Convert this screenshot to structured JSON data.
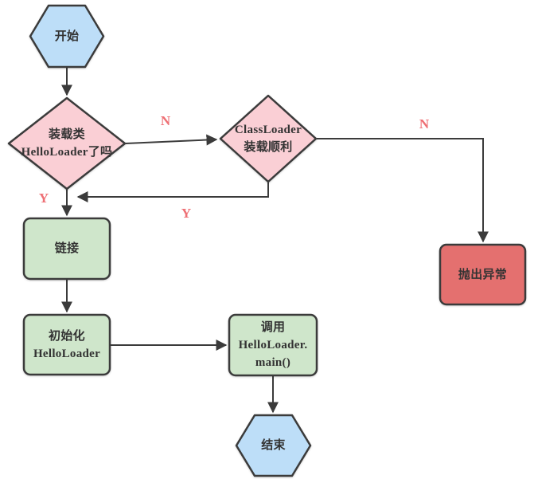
{
  "diagram": {
    "type": "flowchart",
    "subject": "HelloLoader class loading flow",
    "colors": {
      "terminal_fill": "#BDDEF8",
      "decision_fill": "#FACFD5",
      "process_fill": "#CFE6CB",
      "exception_fill": "#E4706F",
      "stroke": "#3B3B3B",
      "branch_label": "#EE6F74",
      "text": "#333333",
      "canvas_bg": "#FFFFFF"
    },
    "nodes": {
      "start": {
        "shape": "hexagon",
        "label": "开始"
      },
      "check_loaded": {
        "shape": "diamond",
        "line1": "装载类",
        "line2": "HelloLoader了吗"
      },
      "check_classloader": {
        "shape": "diamond",
        "line1": "ClassLoader",
        "line2": "装载顺利"
      },
      "link": {
        "shape": "rounded-rect",
        "label": "链接"
      },
      "initialize": {
        "shape": "rounded-rect",
        "line1": "初始化",
        "line2": "HelloLoader"
      },
      "invoke_main": {
        "shape": "rounded-rect",
        "line1": "调用",
        "line2": "HelloLoader.",
        "line3": "main()"
      },
      "throw_exception": {
        "shape": "rounded-rect",
        "label": "抛出异常"
      },
      "end": {
        "shape": "hexagon",
        "label": "结束"
      }
    },
    "branch_labels": {
      "check_loaded_no": "N",
      "classloader_no": "N",
      "check_loaded_yes": "Y",
      "classloader_yes": "Y"
    }
  }
}
